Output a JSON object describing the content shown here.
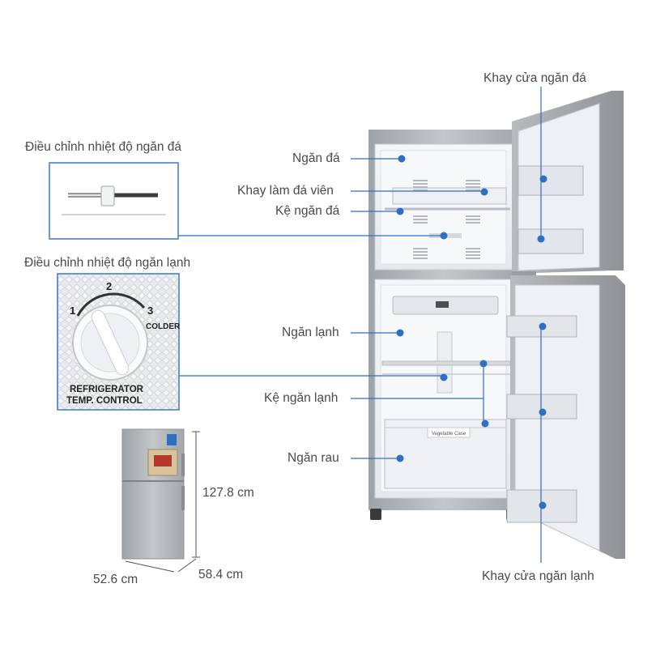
{
  "labels": {
    "freezer_door_tray": "Khay cửa ngăn đá",
    "freezer_temp_control": "Điều chỉnh nhiệt độ ngăn đá",
    "freezer_compartment": "Ngăn đá",
    "ice_tray": "Khay làm đá viên",
    "freezer_shelf": "Kệ ngăn đá",
    "fridge_temp_control": "Điều chỉnh nhiệt độ ngăn lạnh",
    "fridge_compartment": "Ngăn lạnh",
    "fridge_shelf": "Kệ ngăn lạnh",
    "vegetable_drawer": "Ngăn rau",
    "fridge_door_tray": "Khay cửa ngăn lạnh"
  },
  "dial": {
    "mark_1": "1",
    "mark_2": "2",
    "mark_3": "3",
    "colder": "COLDER",
    "caption_line1": "REFRIGERATOR",
    "caption_line2": "TEMP. CONTROL"
  },
  "drawer_tag": "Vegetable Case",
  "dimensions": {
    "height": "127.8 cm",
    "width": "52.6 cm",
    "depth": "58.4 cm"
  },
  "colors": {
    "callout_line": "#2e6fc4",
    "callout_dot": "#2e6fc4",
    "fridge_body": "#a9acb0"
  }
}
